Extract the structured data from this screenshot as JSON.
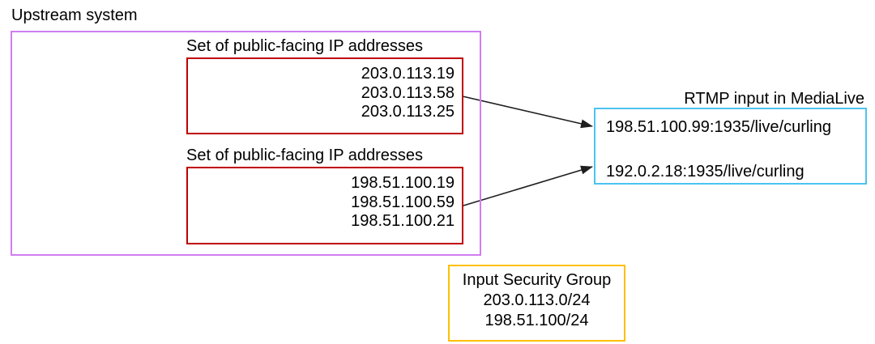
{
  "upstream": {
    "label": "Upstream system",
    "ip_sets": [
      {
        "label": "Set of public-facing IP addresses",
        "ips": [
          "203.0.113.19",
          "203.0.113.58",
          "203.0.113.25"
        ]
      },
      {
        "label": "Set of public-facing IP addresses",
        "ips": [
          "198.51.100.19",
          "198.51.100.59",
          "198.51.100.21"
        ]
      }
    ]
  },
  "rtmp": {
    "label": "RTMP input in MediaLive",
    "endpoints": [
      "198.51.100.99:1935/live/curling",
      "192.0.2.18:1935/live/curling"
    ]
  },
  "security_group": {
    "title": "Input Security Group",
    "cidrs": [
      "203.0.113.0/24",
      "198.51.100/24"
    ]
  },
  "colors": {
    "upstream_border": "#cf7df2",
    "ip_box_border": "#c00000",
    "rtmp_box_border": "#4cc3f0",
    "security_box_border": "#ffc000",
    "arrow": "#1f1f1f",
    "text": "#000000"
  }
}
